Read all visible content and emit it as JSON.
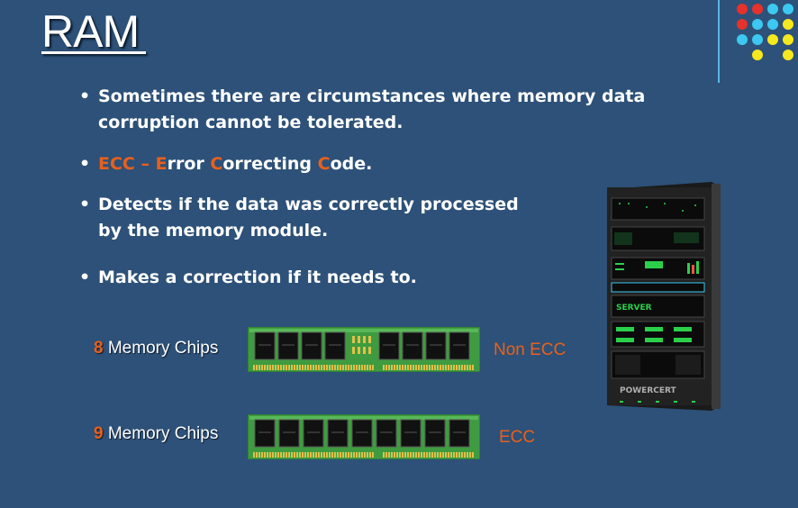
{
  "slide": {
    "title": "RAM",
    "bullets": [
      {
        "line1": "Sometimes there are circumstances where memory data",
        "line2": "corruption cannot be tolerated."
      },
      {
        "ecc_abbr": "ECC",
        "dash": " – ",
        "e": "E",
        "rror": "rror ",
        "c1": "C",
        "orrecting": "orrecting ",
        "c2": "C",
        "ode": "ode."
      },
      {
        "line1": "Detects if the data was correctly processed",
        "line2": "by the memory module."
      },
      {
        "line1": "Makes a correction if it needs to."
      }
    ],
    "bullet_mark": "•"
  },
  "memory": {
    "rows": [
      {
        "count": "8",
        "label": " Memory Chips",
        "type": "Non ECC",
        "chips": 8
      },
      {
        "count": "9",
        "label": " Memory Chips",
        "type": "ECC",
        "chips": 9
      }
    ]
  },
  "server": {
    "label": "SERVER",
    "brand": "POWERCERT"
  },
  "colors": {
    "background": "#2d5178",
    "accent": "#e8601c",
    "dot_red": "#e5322d",
    "dot_cyan": "#3cc8f0",
    "dot_yellow": "#f5e81e"
  }
}
